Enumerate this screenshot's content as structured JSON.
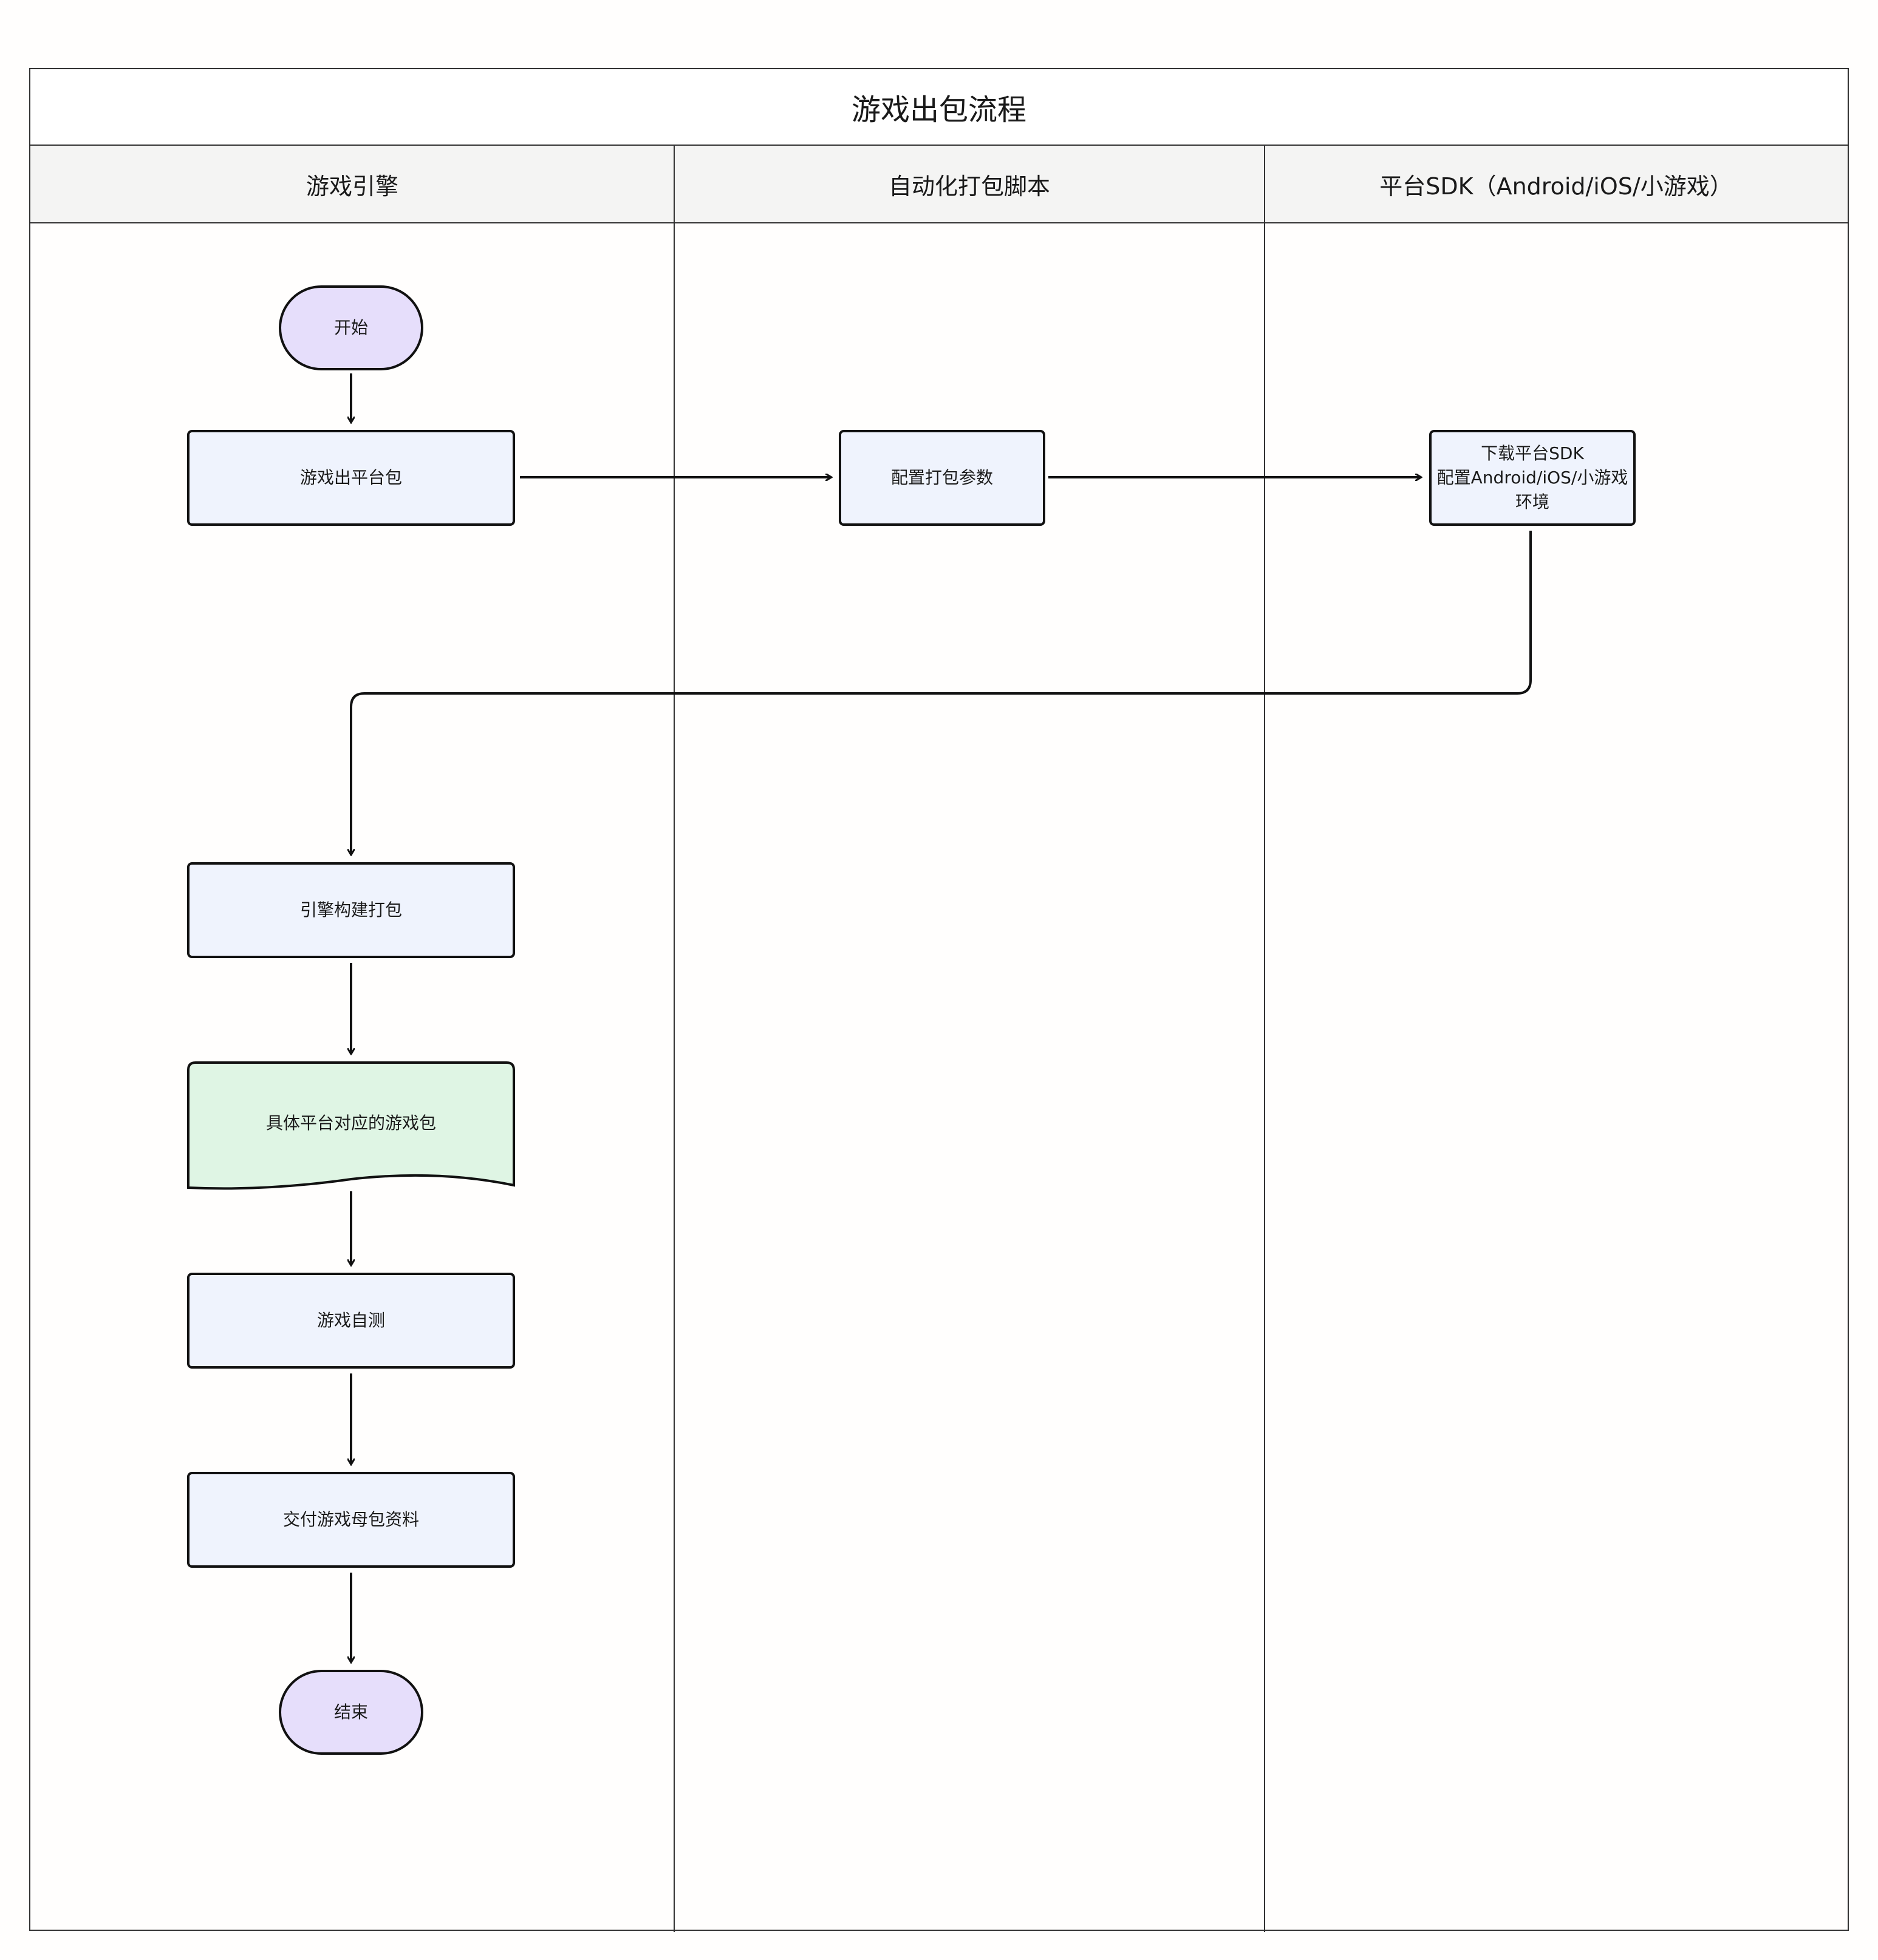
{
  "diagram": {
    "title": "游戏出包流程",
    "lanes": [
      {
        "label": "游戏引擎"
      },
      {
        "label": "自动化打包脚本"
      },
      {
        "label": "平台SDK（Android/iOS/小游戏）"
      }
    ],
    "nodes": {
      "start": "开始",
      "publish": "游戏出平台包",
      "config_params": "配置打包参数",
      "sdk_line1": "下载平台SDK",
      "sdk_line2": "配置Android/iOS/小游戏",
      "sdk_line3": "环境",
      "engine_build": "引擎构建打包",
      "platform_package": "具体平台对应的游戏包",
      "self_test": "游戏自测",
      "deliver": "交付游戏母包资料",
      "end": "结束"
    },
    "colors": {
      "terminal_fill": "#e6defb",
      "process_fill": "#eff3fd",
      "document_fill": "#dff5e4",
      "header_fill": "#f4f4f3",
      "stroke": "#111111"
    }
  }
}
